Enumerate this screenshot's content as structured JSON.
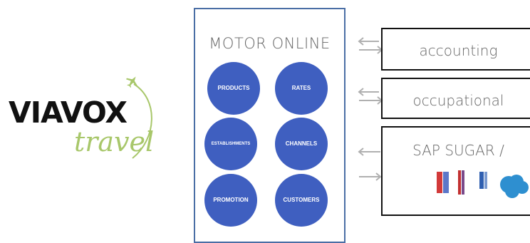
{
  "logo": {
    "word": "VIAVOX",
    "sub": "travel",
    "icon": "airplane-icon"
  },
  "motor": {
    "title": "MOTOR ONLINE",
    "modules": [
      "PRODUCTS",
      "RATES",
      "ESTABLISHMENTS",
      "CHANNELS",
      "PROMOTION",
      "CUSTOMERS"
    ]
  },
  "systems": [
    {
      "label": "accounting"
    },
    {
      "label": "occupational"
    },
    {
      "label": "SAP SUGAR /"
    }
  ],
  "colors": {
    "circle": "#3f5fc0",
    "box_border": "#4a6ea5",
    "logo_green": "#a8c76a",
    "arrow": "#b0b0b0"
  }
}
